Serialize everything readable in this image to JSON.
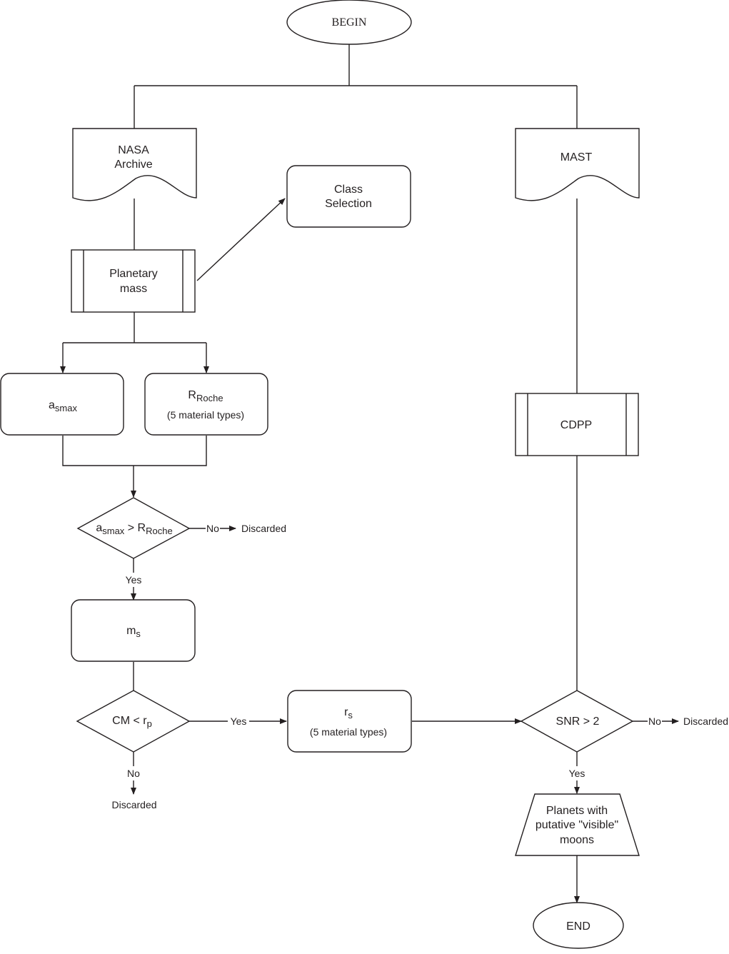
{
  "nodes": {
    "begin": "BEGIN",
    "nasa_archive": [
      "NASA",
      "Archive"
    ],
    "mast": "MAST",
    "class_selection": [
      "Class",
      "Selection"
    ],
    "planetary_mass": [
      "Planetary",
      "mass"
    ],
    "a_smax": {
      "main": "a",
      "sub": "smax"
    },
    "r_roche": {
      "main": "R",
      "sub": "Roche",
      "note": "(5 material types)"
    },
    "decision_roche": {
      "a": "a",
      "a_sub": "smax",
      "op": " > R",
      "r_sub": "Roche"
    },
    "m_s": {
      "main": "m",
      "sub": "s"
    },
    "decision_cm": {
      "text": "CM < r",
      "sub": "p"
    },
    "r_s": {
      "main": "r",
      "sub": "s",
      "note": "(5 material types)"
    },
    "cdpp": "CDPP",
    "decision_snr": "SNR > 2",
    "planets_output": [
      "Planets with",
      "putative \"visible\"",
      "moons"
    ],
    "end": "END"
  },
  "edges": {
    "roche_no": "No",
    "roche_discarded": "Discarded",
    "roche_yes": "Yes",
    "cm_yes": "Yes",
    "cm_no": "No",
    "cm_discarded": "Discarded",
    "snr_no": "No",
    "snr_discarded": "Discarded",
    "snr_yes": "Yes"
  }
}
